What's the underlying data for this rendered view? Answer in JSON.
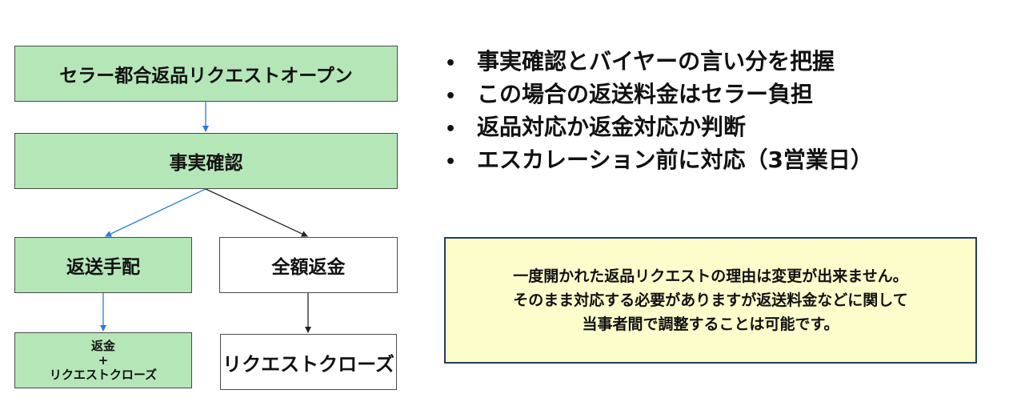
{
  "flow": {
    "step1": "セラー都合返品リクエストオープン",
    "step2": "事実確認",
    "branch_left": "返送手配",
    "branch_right": "全額返金",
    "end_left_line1": "返金",
    "end_left_line2": "+",
    "end_left_line3": "リクエストクローズ",
    "end_right": "リクエストクローズ"
  },
  "bullets": {
    "marker": "•",
    "items": [
      "事実確認とバイヤーの言い分を把握",
      "この場合の返送料金はセラー負担",
      "返品対応か返金対応か判断",
      "エスカレーション前に対応（3営業日）"
    ]
  },
  "note": {
    "lines": [
      "一度開かれた返品リクエストの理由は変更が出来ません。",
      "そのまま対応する必要がありますが返送料金などに関して",
      "当事者間で調整することは可能です。"
    ]
  },
  "colors": {
    "box_green": "#b5e6b8",
    "note_bg": "#fdfdcc",
    "arrow_blue": "#2a7ae2",
    "arrow_black": "#222222"
  }
}
